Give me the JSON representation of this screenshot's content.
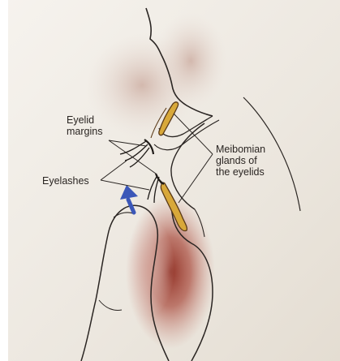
{
  "labels": {
    "eyelid_margins": [
      "Eyelid",
      "margins"
    ],
    "eyelashes": "Eyelashes",
    "meibomian": [
      "Meibomian",
      "glands of",
      "the eyelids"
    ]
  },
  "colors": {
    "paper": "#efece6",
    "ink": "#2a2522",
    "gland_fill": "#d8a83a",
    "gland_stroke": "#5a3a18",
    "skin_shadow": "#8e2a1e",
    "arrow": "#3b57b8"
  },
  "icons": {
    "arrow": "arrow-up-icon"
  }
}
